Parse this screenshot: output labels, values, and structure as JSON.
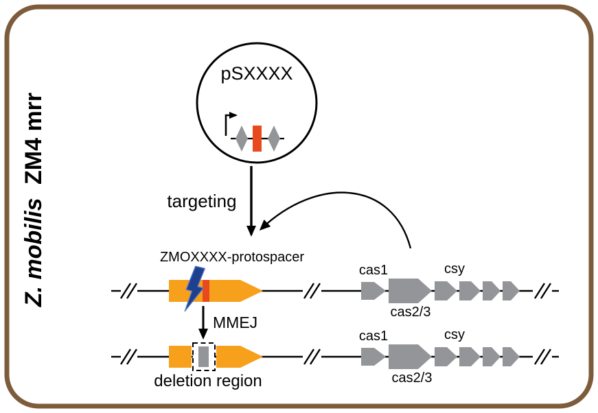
{
  "frame": {
    "border_color": "#7d5c3c",
    "background": "#ffffff"
  },
  "side_label": {
    "species": "Z. mobilis",
    "strain": "ZM4 mrr"
  },
  "plasmid": {
    "name": "pSXXXX"
  },
  "labels": {
    "targeting": "targeting",
    "mmej": "MMEJ",
    "protospacer": "ZMOXXXX-protospacer",
    "deletion": "deletion region"
  },
  "middle_locus": {
    "cas1": "cas1",
    "cas23": "cas2/3",
    "csy": "csy"
  },
  "bottom_locus": {
    "cas1": "cas1",
    "cas23": "cas2/3",
    "csy": "csy"
  },
  "colors": {
    "gene_orange": "#F6A01B",
    "spacer_red": "#E8491D",
    "gene_gray": "#939598",
    "bolt_blue": "#1F3F8F",
    "bolt_edge": "#5a7fd0",
    "line": "#000000"
  }
}
